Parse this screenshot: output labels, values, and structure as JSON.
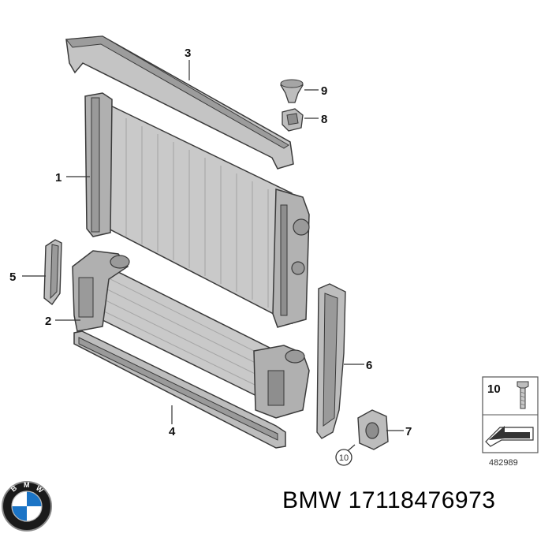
{
  "diagram": {
    "callouts": [
      {
        "id": "1",
        "label": "1"
      },
      {
        "id": "2",
        "label": "2"
      },
      {
        "id": "3",
        "label": "3"
      },
      {
        "id": "4",
        "label": "4"
      },
      {
        "id": "5",
        "label": "5"
      },
      {
        "id": "6",
        "label": "6"
      },
      {
        "id": "7",
        "label": "7"
      },
      {
        "id": "8",
        "label": "8"
      },
      {
        "id": "9",
        "label": "9"
      },
      {
        "id": "10",
        "label": "10"
      }
    ],
    "legend_box": {
      "part_number": "10",
      "image_ref": "482989"
    }
  },
  "footer": {
    "logo_letters": "BMW",
    "caption": "BMW 17118476973"
  },
  "colors": {
    "part_fill": "#b9b9b9",
    "part_dark": "#8e8e8e",
    "outline": "#3a3a3a",
    "bmw_blue": "#1b74c6"
  }
}
